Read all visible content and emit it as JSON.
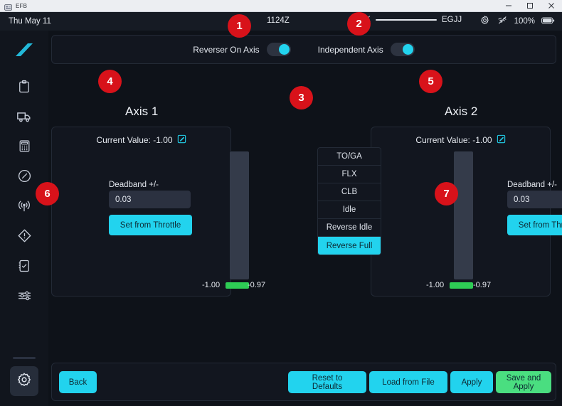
{
  "window": {
    "title": "EFB",
    "icon": "app-window-icon",
    "controls": {
      "minimize": "—",
      "maximize": "□",
      "close": "✕"
    }
  },
  "statusbar": {
    "date": "Thu May 11",
    "zulu_time": "1124Z",
    "origin": "CK",
    "destination": "EGJJ",
    "battery_percent": "100%",
    "icons": [
      "gear-icon",
      "wifi-off-icon",
      "battery-icon"
    ]
  },
  "sidebar": {
    "logo": "tail-fin-logo",
    "items": [
      {
        "name": "dispatch",
        "icon": "clipboard-icon"
      },
      {
        "name": "ground-services",
        "icon": "truck-icon"
      },
      {
        "name": "performance",
        "icon": "calculator-icon"
      },
      {
        "name": "navigation",
        "icon": "compass-icon"
      },
      {
        "name": "atc",
        "icon": "broadcast-icon"
      },
      {
        "name": "failures",
        "icon": "warning-diamond-icon"
      },
      {
        "name": "checklists",
        "icon": "checklist-icon"
      },
      {
        "name": "presets",
        "icon": "sliders-icon"
      }
    ],
    "bottom_item": {
      "name": "settings",
      "icon": "gear-icon",
      "active": true
    }
  },
  "toggles": [
    {
      "label": "Reverser On Axis",
      "on": true
    },
    {
      "label": "Independent Axis",
      "on": true
    }
  ],
  "axis1": {
    "title": "Axis 1",
    "current_value_label": "Current Value: -1.00",
    "edit_icon": "edit-square-icon",
    "deadband_label": "Deadband +/-",
    "deadband_value": "0.03",
    "set_button": "Set from Throttle",
    "slider_min": "-1.00",
    "slider_max": "-0.97"
  },
  "axis2": {
    "title": "Axis 2",
    "current_value_label": "Current Value: -1.00",
    "edit_icon": "edit-square-icon",
    "deadband_label": "Deadband +/-",
    "deadband_value": "0.03",
    "set_button": "Set from Throttle",
    "slider_min": "-1.00",
    "slider_max": "-0.97"
  },
  "detents": [
    {
      "label": "TO/GA",
      "selected": false
    },
    {
      "label": "FLX",
      "selected": false
    },
    {
      "label": "CLB",
      "selected": false
    },
    {
      "label": "Idle",
      "selected": false
    },
    {
      "label": "Reverse Idle",
      "selected": false
    },
    {
      "label": "Reverse Full",
      "selected": true
    }
  ],
  "actions": {
    "back": "Back",
    "reset": "Reset to Defaults",
    "load": "Load from File",
    "apply": "Apply",
    "save": "Save and Apply"
  },
  "markers": {
    "m1": "1",
    "m2": "2",
    "m3": "3",
    "m4": "4",
    "m5": "5",
    "m6": "6",
    "m7": "7"
  },
  "colors": {
    "accent_cyan": "#22d3ee",
    "accent_green": "#4ade80",
    "marker_red": "#d8121a",
    "panel_bg": "#12161f",
    "page_bg": "#0e1219",
    "slider_track": "#343b4a",
    "slider_fill": "#2ecc55"
  }
}
